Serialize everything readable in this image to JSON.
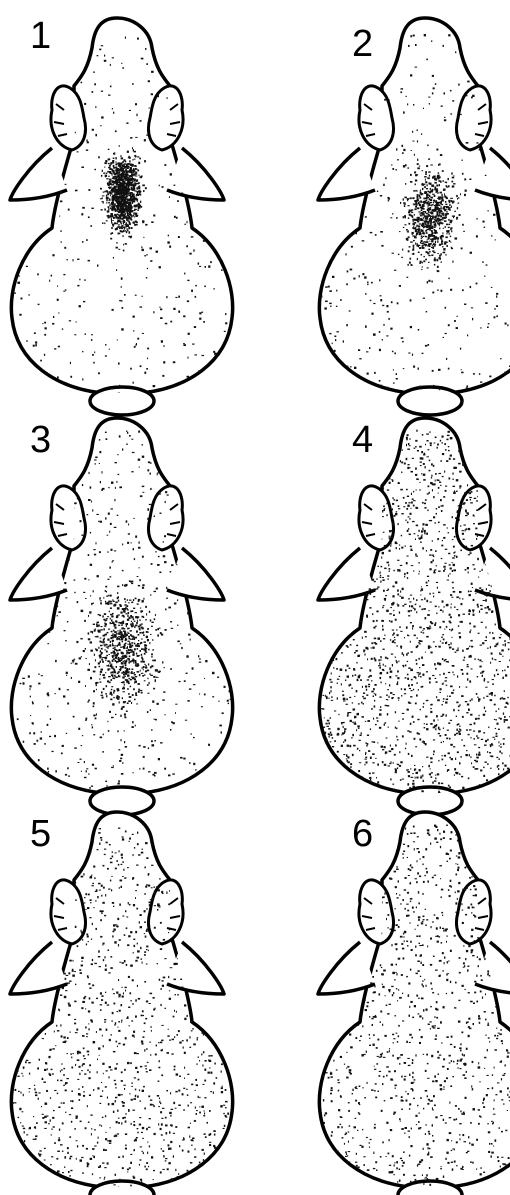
{
  "figure": {
    "panels": [
      {
        "label": "1",
        "distribution": "concentrated-upper-back"
      },
      {
        "label": "2",
        "distribution": "moderate-upper-back"
      },
      {
        "label": "3",
        "distribution": "diffuse-mid-body"
      },
      {
        "label": "4",
        "distribution": "dense-whole-body"
      },
      {
        "label": "5",
        "distribution": "even-whole-body"
      },
      {
        "label": "6",
        "distribution": "even-whole-body"
      }
    ],
    "colors": {
      "outline": "#000000",
      "stipple": "#111111",
      "background": "#ffffff"
    }
  }
}
